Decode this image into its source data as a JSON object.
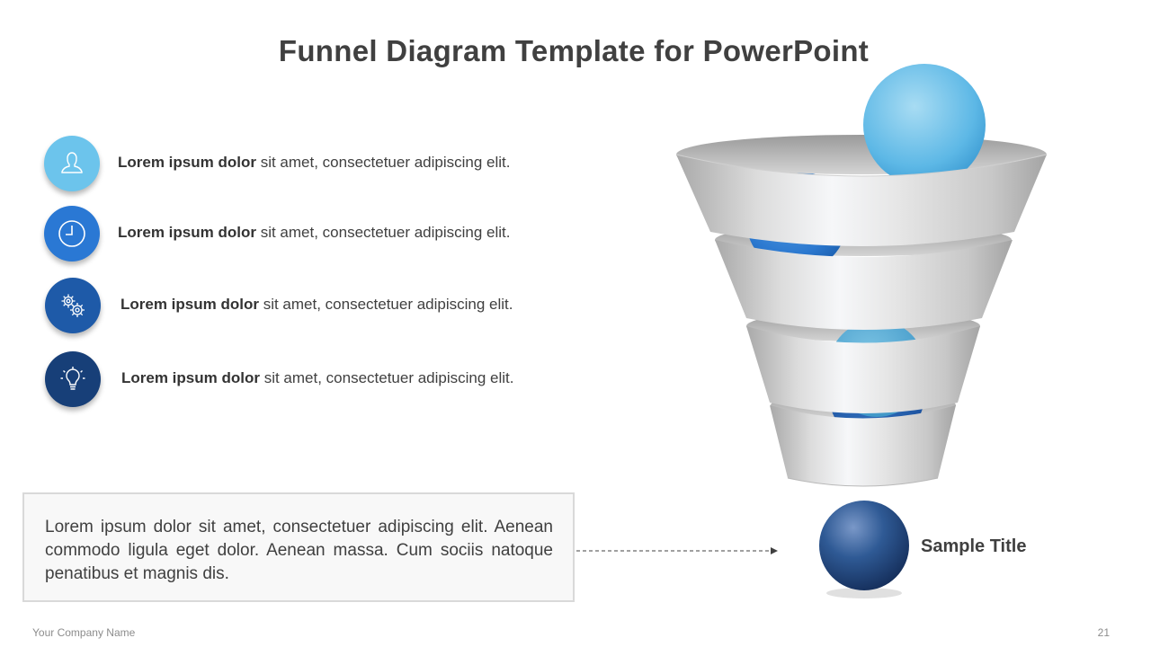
{
  "slide": {
    "title": "Funnel Diagram Template for PowerPoint",
    "footer_company": "Your Company  Name",
    "page_number": "21"
  },
  "items": [
    {
      "bold": "Lorem ipsum dolor",
      "rest": " sit amet, consectetuer adipiscing elit.",
      "icon": "person-icon",
      "color": "#6cc4ec"
    },
    {
      "bold": "Lorem ipsum dolor",
      "rest": " sit amet, consectetuer adipiscing elit.",
      "icon": "clock-icon",
      "color": "#2a78d4"
    },
    {
      "bold": "Lorem ipsum dolor",
      "rest": " sit amet, consectetuer adipiscing elit.",
      "icon": "gears-icon",
      "color": "#1e5aa8"
    },
    {
      "bold": "Lorem ipsum dolor",
      "rest": " sit amet, consectetuer adipiscing elit.",
      "icon": "lightbulb-icon",
      "color": "#173f78"
    }
  ],
  "description": "Lorem ipsum dolor sit amet, consectetuer  adipiscing elit. Aenean commodo ligula eget dolor. Aenean massa. Cum sociis natoque penatibus et magnis dis.",
  "output": {
    "label": "Sample Title"
  }
}
